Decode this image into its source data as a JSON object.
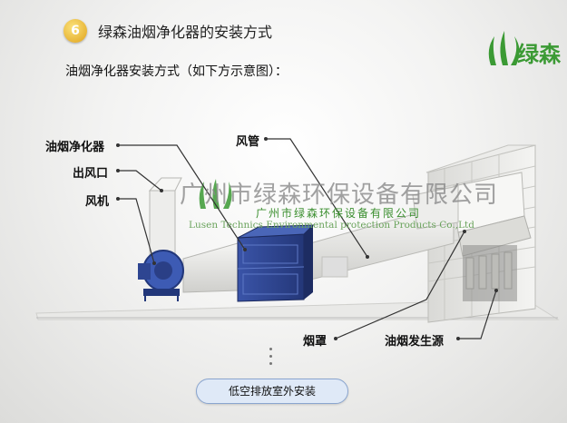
{
  "header": {
    "step_number": "6",
    "title": "绿森油烟净化器的安装方式",
    "subtitle": "油烟净化器安装方式（如下方示意图）：",
    "logo_text": "绿森"
  },
  "callouts": {
    "purifier": "油烟净化器",
    "outlet": "出风口",
    "fan": "风机",
    "duct": "风管",
    "hood": "烟罩",
    "source": "油烟发生源"
  },
  "watermark": {
    "company_cn": "广州市绿森环保设备有限公司",
    "company_cn_small": "广州市绿森环保设备有限公司",
    "company_en": "Lusen Technics Environmental protection Products Co.,Ltd"
  },
  "caption": "低空排放室外安装",
  "colors": {
    "brand_green": "#3b9a34",
    "purifier_blue": "#2b3f86"
  }
}
